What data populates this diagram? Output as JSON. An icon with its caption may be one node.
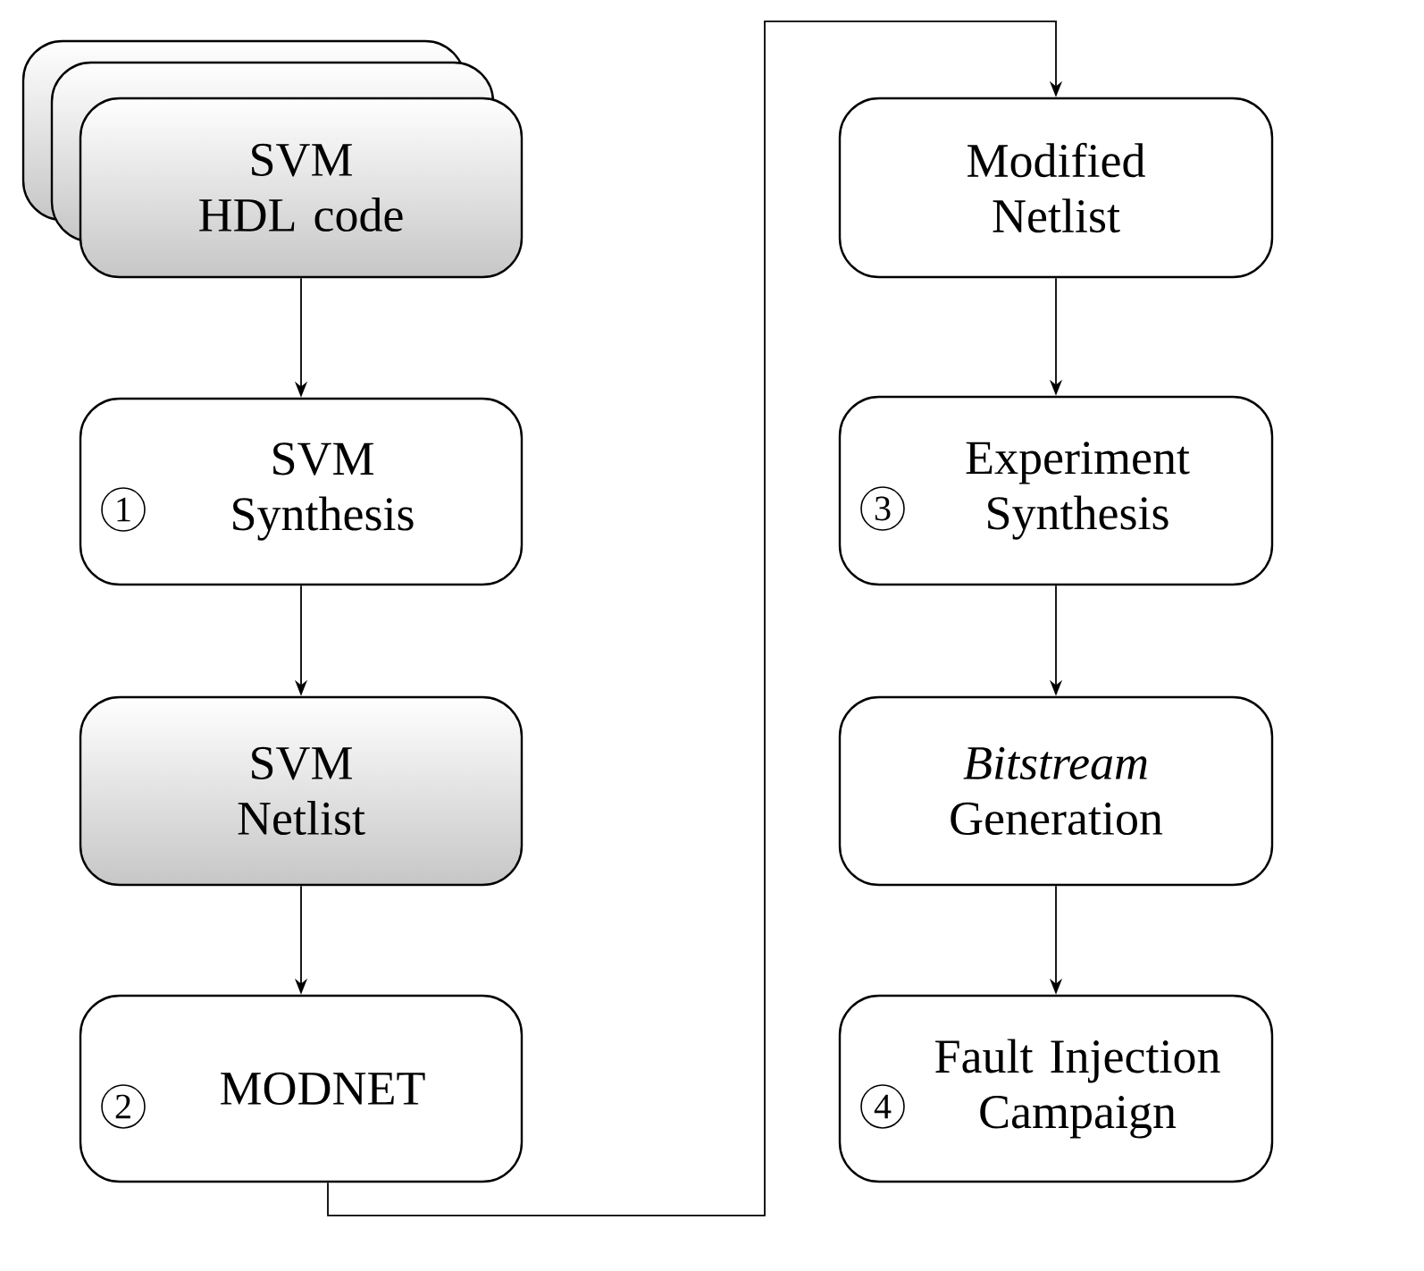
{
  "diagram": {
    "nodes": [
      {
        "text": [
          "SVM HDL code"
        ]
      },
      {
        "text": [
          "1",
          "SVM Synthesis"
        ]
      },
      {
        "text": [
          "SVM Netlist"
        ]
      },
      {
        "text": [
          "2",
          "MODNET"
        ]
      },
      {
        "text": [
          "Modified Netlist"
        ]
      },
      {
        "text": [
          "3",
          "Experiment Synthesis"
        ]
      },
      {
        "text": [
          "*Bitstream* Generation"
        ]
      },
      {
        "text": [
          "4",
          "Fault Injection Campaign"
        ]
      }
    ],
    "edges": [
      {
        "from": 0,
        "to": 1,
        "arrow": "to"
      },
      {
        "from": 1,
        "to": 2,
        "arrow": "to"
      },
      {
        "from": 2,
        "to": 3,
        "arrow": "to"
      },
      {
        "from": 3,
        "to": 4,
        "arrow": "to"
      },
      {
        "from": 4,
        "to": 5,
        "arrow": "to"
      },
      {
        "from": 5,
        "to": 6,
        "arrow": "to"
      },
      {
        "from": 6,
        "to": 7,
        "arrow": "to"
      }
    ]
  }
}
